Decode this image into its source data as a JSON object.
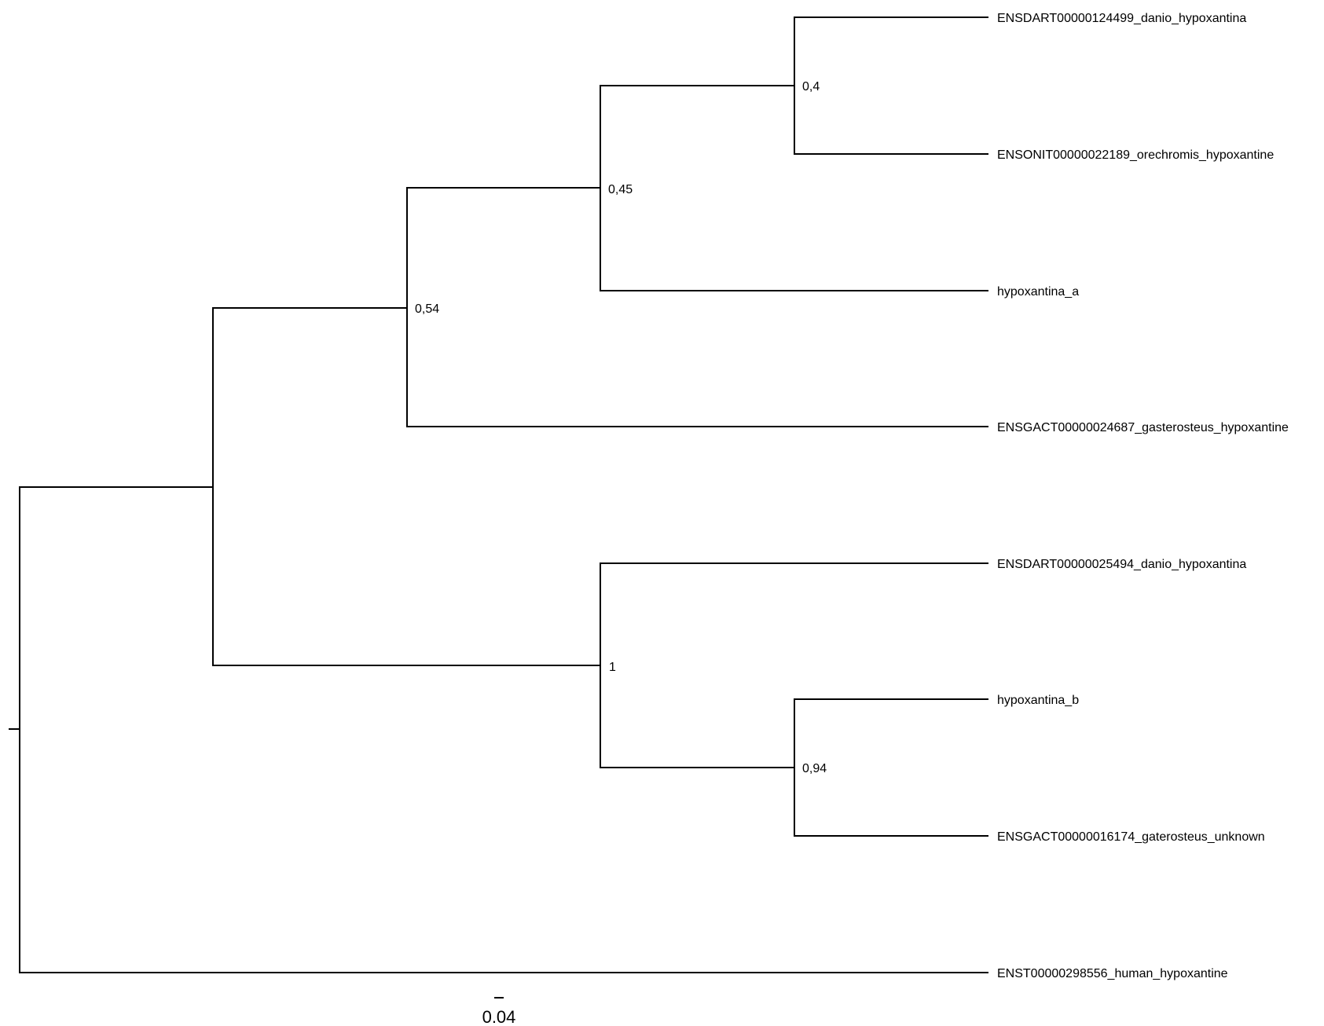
{
  "tree": {
    "leaves": [
      {
        "id": "L1",
        "label": "ENSDART00000124499_danio_hypoxantina"
      },
      {
        "id": "L2",
        "label": "ENSONIT00000022189_orechromis_hypoxantine"
      },
      {
        "id": "L3",
        "label": "hypoxantina_a"
      },
      {
        "id": "L4",
        "label": "ENSGACT00000024687_gasterosteus_hypoxantine"
      },
      {
        "id": "L5",
        "label": "ENSDART00000025494_danio_hypoxantina"
      },
      {
        "id": "L6",
        "label": "hypoxantina_b"
      },
      {
        "id": "L7",
        "label": "ENSGACT00000016174_gaterosteus_unknown"
      },
      {
        "id": "L8",
        "label": "ENST00000298556_human_hypoxantine"
      }
    ],
    "internal_nodes": [
      {
        "id": "N04",
        "support": "0,4"
      },
      {
        "id": "N045",
        "support": "0,45"
      },
      {
        "id": "N054",
        "support": "0,54"
      },
      {
        "id": "N1",
        "support": "1"
      },
      {
        "id": "N094",
        "support": "0,94"
      }
    ]
  },
  "scale_bar": {
    "label": "0.04"
  }
}
